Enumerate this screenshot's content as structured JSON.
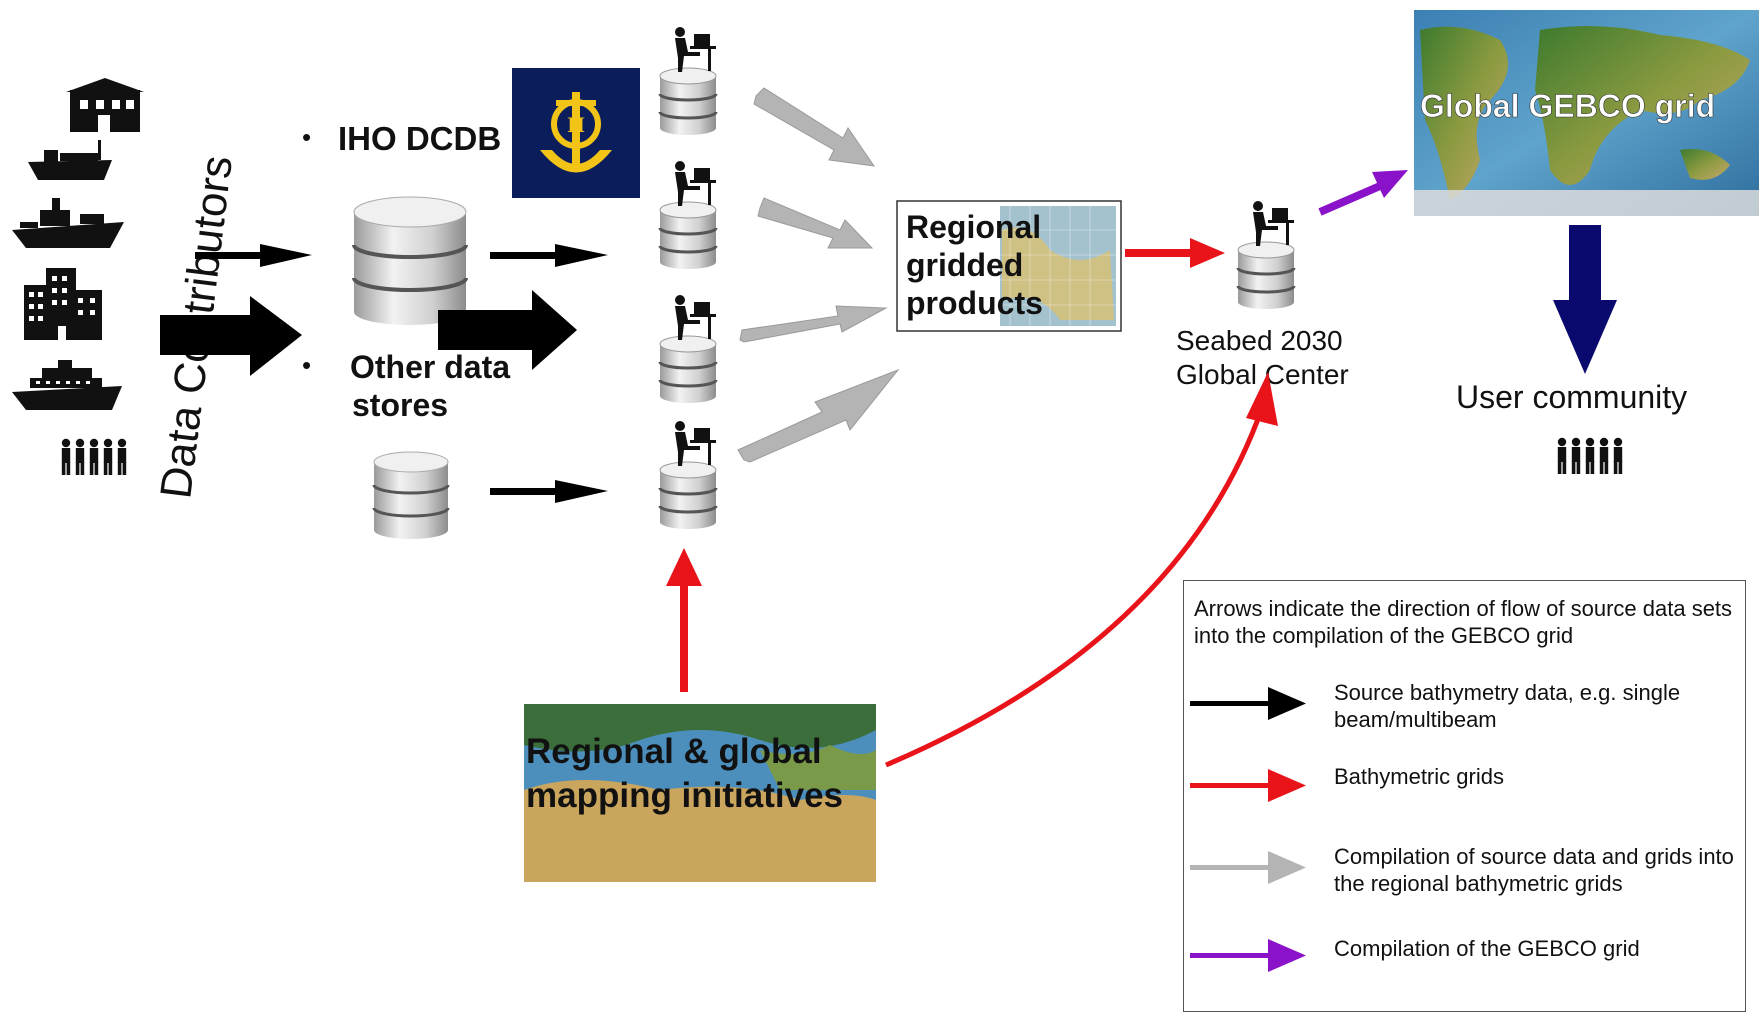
{
  "contributors_label": "Data Contributors",
  "iho_dcdb": "IHO DCDB",
  "other_data_stores": "Other data\nstores",
  "bullet": "•",
  "regional_gridded_products": "Regional\ngridded\nproducts",
  "seabed_center": "Seabed 2030\nGlobal Center",
  "global_gebco_grid": "Global GEBCO grid",
  "user_community": "User community",
  "mapping_initiatives": "Regional & global\nmapping initiatives",
  "legend": {
    "intro": "Arrows indicate the direction of flow of source data sets into the compilation of the GEBCO grid",
    "items": [
      {
        "label": "Source bathymetry data, e.g. single beam/multibeam",
        "color": "#000000"
      },
      {
        "label": "Bathymetric grids",
        "color": "#e8141a"
      },
      {
        "label": "Compilation of source data and grids into the regional bathymetric grids",
        "color": "#b4b4b4"
      },
      {
        "label": "Compilation of the GEBCO grid",
        "color": "#8a12c8"
      }
    ]
  },
  "colors": {
    "black_arrow": "#000000",
    "red_arrow": "#e8141a",
    "gray_arrow": "#b4b4b4",
    "purple_arrow": "#8a12c8",
    "navy_arrow": "#0a0a6e",
    "iho_logo_bg": "#0b1e5b",
    "iho_logo_gold": "#f2c418"
  }
}
